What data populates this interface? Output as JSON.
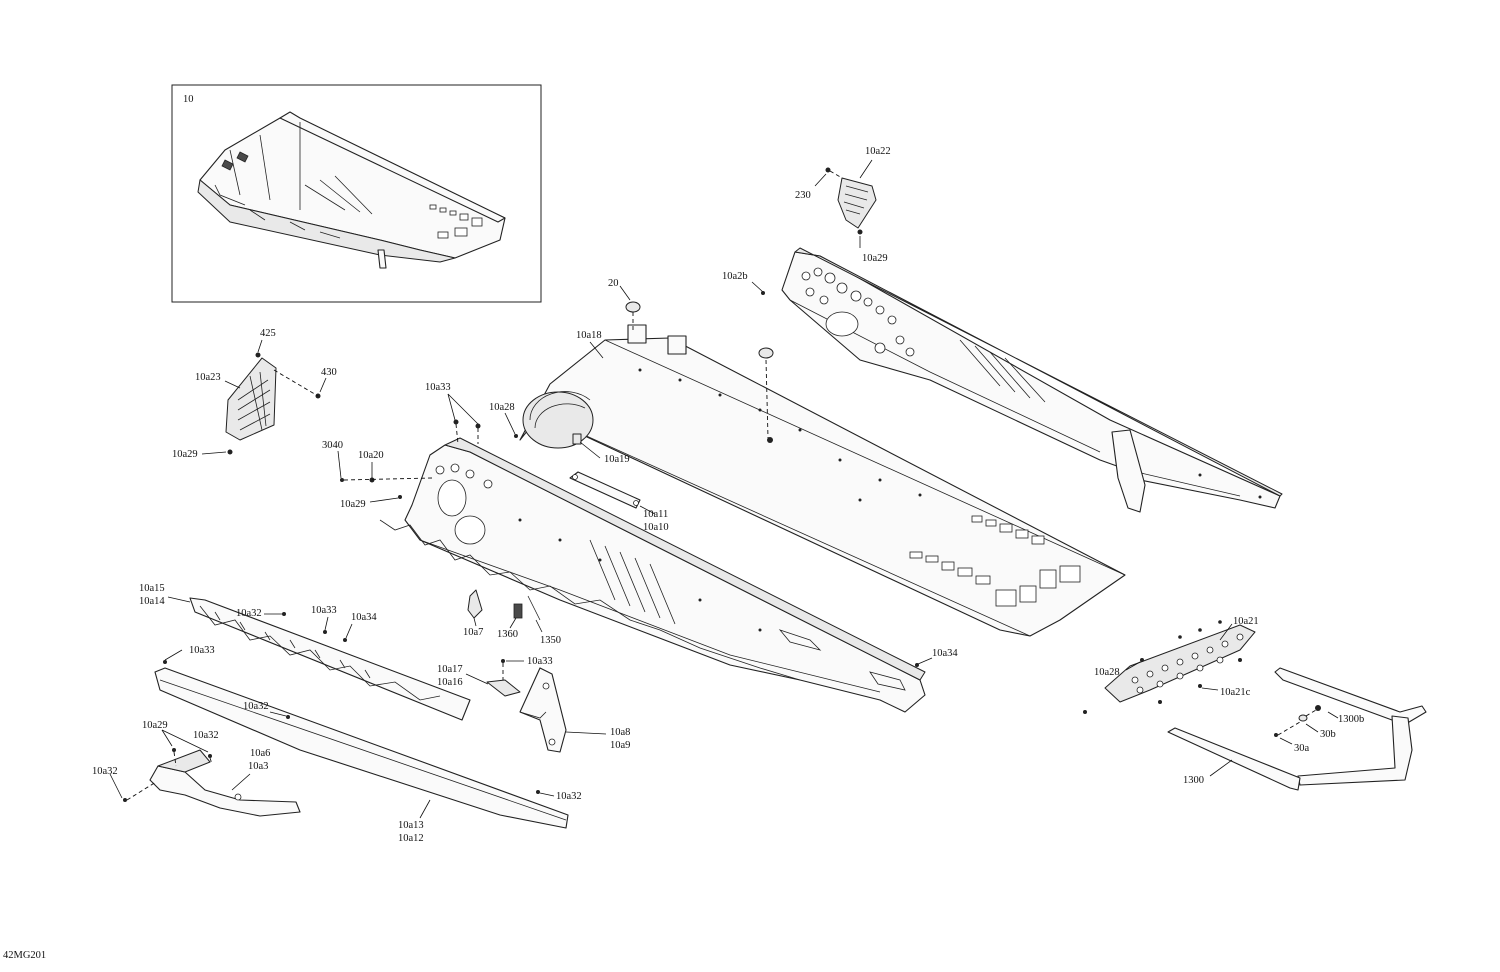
{
  "figure_code": "42MG201",
  "inset_label": "10",
  "callouts": {
    "c10a22": "10a22",
    "c230": "230",
    "c10a29_top": "10a29",
    "c10a2b": "10a2b",
    "c20": "20",
    "c10a18": "10a18",
    "c425": "425",
    "c430": "430",
    "c10a23": "10a23",
    "c10a29_left": "10a29",
    "c10a33_a": "10a33",
    "c10a28_a": "10a28",
    "c10a19": "10a19",
    "c3040": "3040",
    "c10a20": "10a20",
    "c10a29_mid": "10a29",
    "c10a11": "10a11",
    "c10a10": "10a10",
    "c10a15": "10a15",
    "c10a14": "10a14",
    "c10a32_a": "10a32",
    "c10a33_b": "10a33",
    "c10a34_a": "10a34",
    "c10a7": "10a7",
    "c1360": "1360",
    "c1350": "1350",
    "c10a33_c": "10a33",
    "c10a17": "10a17",
    "c10a16": "10a16",
    "c10a33_d": "10a33",
    "c10a34_b": "10a34",
    "c10a32_b": "10a32",
    "c10a8": "10a8",
    "c10a9": "10a9",
    "c10a29_b": "10a29",
    "c10a32_c": "10a32",
    "c10a6": "10a6",
    "c10a3": "10a3",
    "c10a32_d": "10a32",
    "c10a32_e": "10a32",
    "c10a13": "10a13",
    "c10a12": "10a12",
    "c10a21": "10a21",
    "c10a28_b": "10a28",
    "c10a21c": "10a21c",
    "c1300b": "1300b",
    "c30b": "30b",
    "c30a": "30a",
    "c1300": "1300"
  }
}
